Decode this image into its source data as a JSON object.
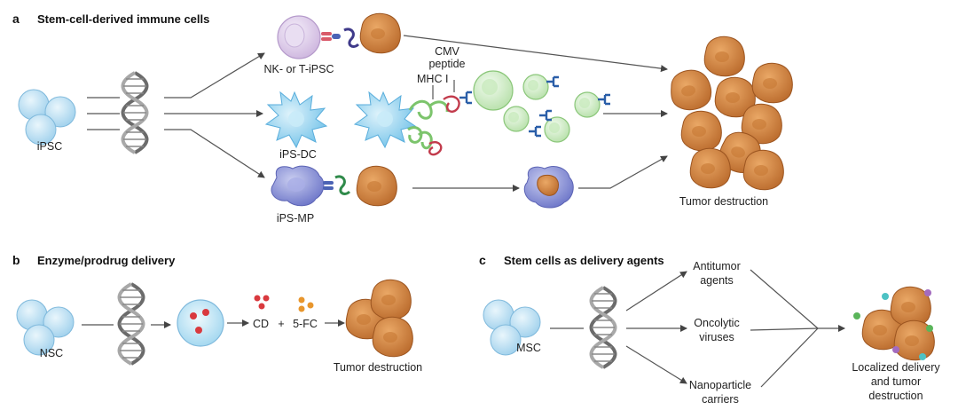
{
  "panel_a": {
    "letter": "a",
    "title": "Stem-cell-derived immune cells",
    "source_label": "iPSC",
    "nk_label": "NK- or T-iPSC",
    "dc_label": "iPS-DC",
    "mp_label": "iPS-MP",
    "mhc_label": "MHC I",
    "cmv_label_1": "CMV",
    "cmv_label_2": "peptide",
    "outcome_label": "Tumor destruction"
  },
  "panel_b": {
    "letter": "b",
    "title": "Enzyme/prodrug delivery",
    "source_label": "NSC",
    "cd_label": "CD",
    "plus": "+",
    "fc_label": "5-FC",
    "outcome_label": "Tumor destruction"
  },
  "panel_c": {
    "letter": "c",
    "title": "Stem cells as delivery agents",
    "source_label": "MSC",
    "agent_1_line1": "Antitumor",
    "agent_1_line2": "agents",
    "agent_2_line1": "Oncolytic",
    "agent_2_line2": "viruses",
    "agent_3_line1": "Nanoparticle",
    "agent_3_line2": "carriers",
    "outcome_line1": "Localized delivery",
    "outcome_line2": "and tumor",
    "outcome_line3": "destruction"
  },
  "colors": {
    "stem_cell": "#bfe3f5",
    "tumor": "#d98a3d",
    "nk_cell": "#e6d8ef",
    "dendritic": "#9fd6ef",
    "macrophage": "#8f97d8",
    "t_cell": "#d6efcf",
    "particle_red": "#d9393e",
    "particle_orange": "#e8962d"
  }
}
